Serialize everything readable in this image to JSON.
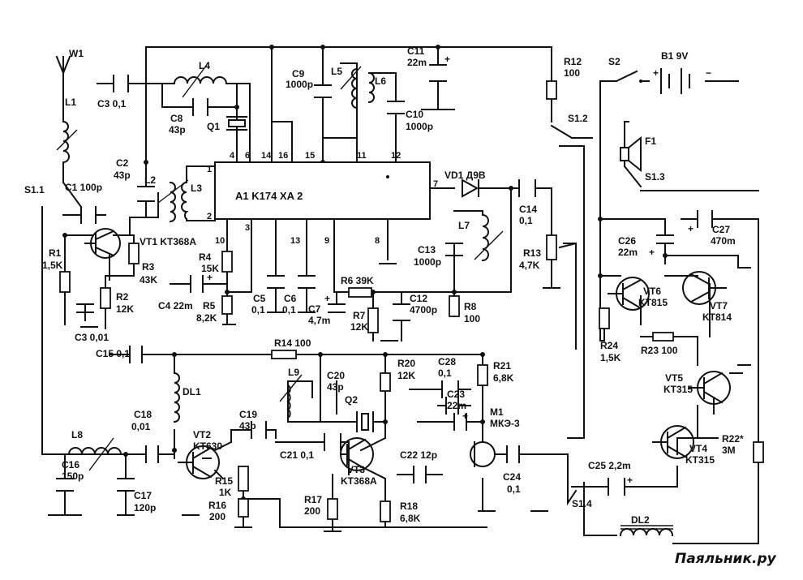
{
  "ic": {
    "label": "A1  K174 XA 2",
    "pins": [
      "1",
      "2",
      "3",
      "4",
      "6",
      "7",
      "8",
      "9",
      "10",
      "11",
      "12",
      "13",
      "14",
      "15",
      "16"
    ]
  },
  "components": {
    "W1": "W1",
    "L1": "L1",
    "S1_1": "S1.1",
    "C1": "C1 100p",
    "C2a": "C2",
    "C2b": "43p",
    "L2": "L2",
    "L3": "L3",
    "C3top": "C3 0,1",
    "L4": "L4",
    "C8a": "C8",
    "C8b": "43p",
    "Q1": "Q1",
    "C9a": "C9",
    "C9b": "1000p",
    "L5": "L5",
    "L6": "L6",
    "C10a": "C10",
    "C10b": "1000p",
    "C11a": "C11",
    "C11b": "22m",
    "R12a": "R12",
    "R12b": "100",
    "S2": "S2",
    "B1": "B1 9V",
    "S1_2": "S1.2",
    "F1": "F1",
    "S1_3": "S1.3",
    "VD1": "VD1  Д9В",
    "C14a": "C14",
    "C14b": "0,1",
    "R13a": "R13",
    "R13b": "4,7K",
    "L7": "L7",
    "C13a": "C13",
    "C13b": "1000p",
    "C26a": "C26",
    "C26b": "22m",
    "C27a": "C27",
    "C27b": "470m",
    "R1a": "R1",
    "R1b": "1,5K",
    "VT1": "VT1  KT368A",
    "R3a": "R3",
    "R3b": "43K",
    "R2a": "R2",
    "R2b": "12K",
    "C3bot": "C3 0,01",
    "R4a": "R4",
    "R4b": "15K",
    "C4": "C4 22m",
    "R5a": "R5",
    "R5b": "8,2K",
    "C5a": "C5",
    "C5b": "0,1",
    "C6a": "C6",
    "C6b": "0,1",
    "R6": "R6 39K",
    "C7a": "C7",
    "C7b": "4,7m",
    "R7a": "R7",
    "R7b": "12K",
    "C12a": "C12",
    "C12b": "4700p",
    "R8a": "R8",
    "R8b": "100",
    "VT6a": "VT6",
    "VT6b": "KT815",
    "VT7a": "VT7",
    "VT7b": "KT814",
    "R24a": "R24",
    "R24b": "1,5K",
    "R23": "R23 100",
    "C15": "C15 0,1",
    "R14": "R14 100",
    "DL1": "DL1",
    "L9": "L9",
    "C20a": "C20",
    "C20b": "43p",
    "Q2": "Q2",
    "R20a": "R20",
    "R20b": "12K",
    "C28a": "C28",
    "C28b": "0,1",
    "C23a": "C23",
    "C23b": "22m",
    "R21a": "R21",
    "R21b": "6,8K",
    "M1a": "M1",
    "M1b": "МКЭ-3",
    "VT5a": "VT5",
    "VT5b": "KT315",
    "L8": "L8",
    "C18a": "C18",
    "C18b": "0,01",
    "VT2a": "VT2",
    "VT2b": "KT630",
    "C19a": "C19",
    "C19b": "43p",
    "C21": "C21 0,1",
    "C22": "C22 12p",
    "R22a": "R22*",
    "R22b": "3M",
    "VT4a": "VT4",
    "VT4b": "KT315",
    "C16a": "C16",
    "C16b": "150p",
    "C17a": "C17",
    "C17b": "120p",
    "R15a": "R15",
    "R15b": "1K",
    "R16a": "R16",
    "R16b": "200",
    "R17a": "R17",
    "R17b": "200",
    "VT3": "KT368A",
    "VT3a": "VT3",
    "R18a": "R18",
    "R18b": "6,8K",
    "C24a": "C24",
    "C24b": "0,1",
    "C25": "C25 2,2m",
    "S1_4": "S1.4",
    "DL2": "DL2"
  },
  "polarity": {
    "plus": "+",
    "minus": "−"
  },
  "watermark": "Паяльник.ру"
}
